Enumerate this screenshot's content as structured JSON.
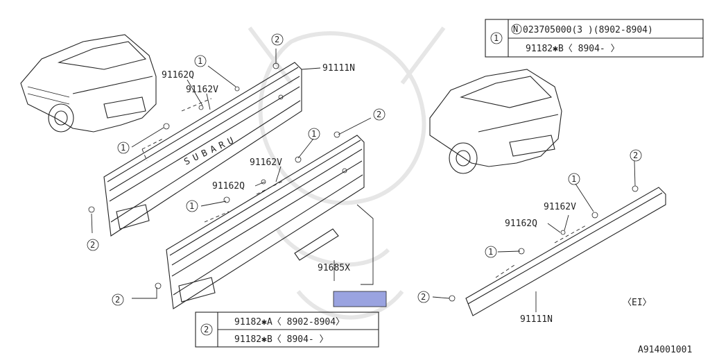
{
  "table_top": {
    "circle_ref": "1",
    "row1_marker": "N",
    "row1_text": "023705000(3 )(8902-8904)",
    "row2_text": "91182✱B〈 8904-      〉"
  },
  "table_bottom": {
    "circle_ref": "2",
    "row1_text": "91182✱A〈 8902-8904〉",
    "row2_text": "91182✱B〈 8904-      〉"
  },
  "callouts": {
    "p_91111N_a": "91111N",
    "p_91162Q_a": "91162Q",
    "p_91162V_a": "91162V",
    "p_91162V_b": "91162V",
    "p_91162Q_b": "91162Q",
    "p_91685X": "91685X",
    "p_91162V_c": "91162V",
    "p_91162Q_c": "91162Q",
    "p_91111N_b": "91111N"
  },
  "circled": {
    "c1": "1",
    "c2": "2",
    "c3": "1",
    "c4": "2",
    "c5": "1",
    "c6": "2",
    "c7": "1",
    "c8": "2",
    "c9": "1",
    "c10": "2",
    "c11": "1",
    "c12": "2"
  },
  "emblem_text": "SUBARU",
  "variant_tag": "〈EI〉",
  "figure_id": "A914001001",
  "highlight_color": "#9aa3e0"
}
